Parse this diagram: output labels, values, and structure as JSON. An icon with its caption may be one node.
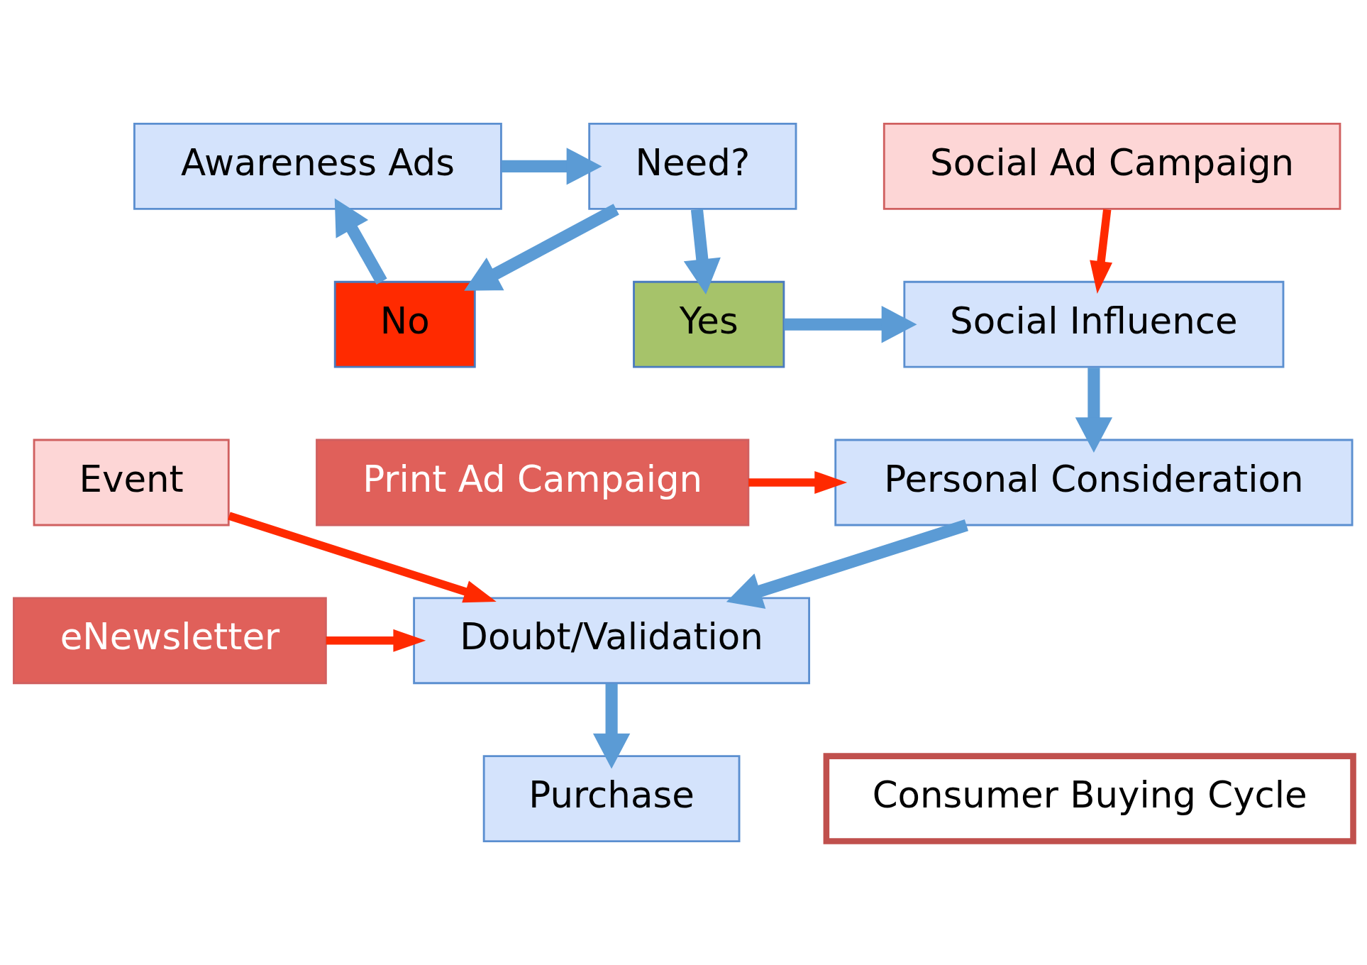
{
  "diagram": {
    "nodes": [
      {
        "text": [
          "Awareness Ads"
        ]
      },
      {
        "text": [
          "Need?"
        ]
      },
      {
        "text": [
          "No"
        ]
      },
      {
        "text": [
          "Yes"
        ]
      },
      {
        "text": [
          "Social Influence"
        ]
      },
      {
        "text": [
          "Social Ad Campaign"
        ]
      },
      {
        "text": [
          "Personal Consideration"
        ]
      },
      {
        "text": [
          "Print Ad Campaign"
        ]
      },
      {
        "text": [
          "Event"
        ]
      },
      {
        "text": [
          "Doubt/Validation"
        ]
      },
      {
        "text": [
          "eNewsletter"
        ]
      },
      {
        "text": [
          "Purchase"
        ]
      },
      {
        "text": [
          "Consumer Buying Cycle"
        ]
      }
    ],
    "edges": [
      {
        "from": 0,
        "to": 1,
        "arrow": "to"
      },
      {
        "from": 1,
        "to": 2,
        "arrow": "to"
      },
      {
        "from": 1,
        "to": 3,
        "arrow": "to"
      },
      {
        "from": 2,
        "to": 0,
        "arrow": "to"
      },
      {
        "from": 3,
        "to": 4,
        "arrow": "to"
      },
      {
        "from": 4,
        "to": 6,
        "arrow": "to"
      },
      {
        "from": 6,
        "to": 9,
        "arrow": "to"
      },
      {
        "from": 9,
        "to": 11,
        "arrow": "to"
      },
      {
        "from": 5,
        "to": 4,
        "arrow": "to",
        "color": "#ff2a00"
      },
      {
        "from": 7,
        "to": 6,
        "arrow": "to",
        "color": "#ff2a00"
      },
      {
        "from": 8,
        "to": 9,
        "arrow": "to",
        "color": "#ff2a00"
      },
      {
        "from": 10,
        "to": 9,
        "arrow": "to",
        "color": "#ff2a00"
      }
    ]
  }
}
